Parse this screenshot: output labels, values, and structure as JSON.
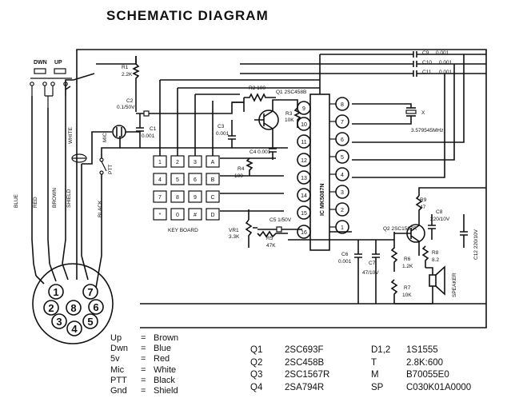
{
  "title": "SCHEMATIC DIAGRAM",
  "buttons": {
    "down": "DWN",
    "up": "UP"
  },
  "wire_labels": {
    "blue": "BLUE",
    "red": "RED",
    "brown": "BROWN",
    "shield": "SHIELD",
    "white": "WHITE",
    "black": "BLACK",
    "mic": "MIC",
    "ptt": "PTT"
  },
  "components": {
    "r1": "R1",
    "r1_val": "2.2K",
    "c2": "C2",
    "c2_val": "0.1/50V",
    "c1": "C1",
    "c1_val": "0.001",
    "r2": "R2 100",
    "q1": "Q1 2SC458B",
    "r3": "R3",
    "r3_val": "10K",
    "c3": "C3",
    "c3_val": "0.001",
    "c4": "C4 0.001",
    "r4": "R4",
    "r4_val": "100",
    "vr1": "VR1",
    "vr1_val": "3.3K",
    "c5": "C5 1/50V",
    "r5": "R5",
    "r5_val": "47K",
    "c6": "C6",
    "c6_val": "0.001",
    "c7": "C7",
    "c7_val": "47/10V",
    "r7": "R7",
    "r7_val": "10K",
    "r6": "R6",
    "r6_val": "1.2K",
    "q2": "Q2 2SC1567R",
    "r9": "R9",
    "r9_val": "47",
    "c8": "C8",
    "c8_val": "220/10V",
    "r8": "R8",
    "r8_val": "8.2",
    "c12": "C12 220/10V",
    "c9": "C9",
    "c9_val": "0.001",
    "c10": "C10",
    "c10_val": "0.001",
    "c11": "C11",
    "c11_val": "0.001",
    "x": "X",
    "x_val": "3.579545MHz",
    "ic": "IC MK5087N",
    "speaker": "SPEAKER",
    "keyboard": "KEY BOARD"
  },
  "keypad": [
    [
      "1",
      "2",
      "3",
      "A"
    ],
    [
      "4",
      "5",
      "6",
      "B"
    ],
    [
      "7",
      "8",
      "9",
      "C"
    ],
    [
      "*",
      "0",
      "#",
      "D"
    ]
  ],
  "ic_pins_left": [
    "1",
    "2",
    "3",
    "4",
    "5",
    "6",
    "7",
    "8"
  ],
  "ic_pins_right": [
    "11",
    "10",
    "9",
    "12",
    "13",
    "14",
    "15",
    "16"
  ],
  "connector_pins": [
    "1",
    "2",
    "3",
    "4",
    "5",
    "6",
    "7",
    "8"
  ],
  "legend": [
    {
      "name": "Up",
      "value": "Brown"
    },
    {
      "name": "Dwn",
      "value": "Blue"
    },
    {
      "name": "5v",
      "value": "Red"
    },
    {
      "name": "Mic",
      "value": "White"
    },
    {
      "name": "PTT",
      "value": "Black"
    },
    {
      "name": "Gnd",
      "value": "Shield"
    }
  ],
  "parts": [
    {
      "ref": "Q1",
      "part": "2SC693F"
    },
    {
      "ref": "Q2",
      "part": "2SC458B"
    },
    {
      "ref": "Q3",
      "part": "2SC1567R"
    },
    {
      "ref": "Q4",
      "part": "2SA794R"
    },
    {
      "ref": "D1,2",
      "part": "1S1555"
    },
    {
      "ref": "T",
      "part": "2.8K:600"
    },
    {
      "ref": "M",
      "part": "B70055E0"
    },
    {
      "ref": "SP",
      "part": "C030K01A0000"
    }
  ]
}
